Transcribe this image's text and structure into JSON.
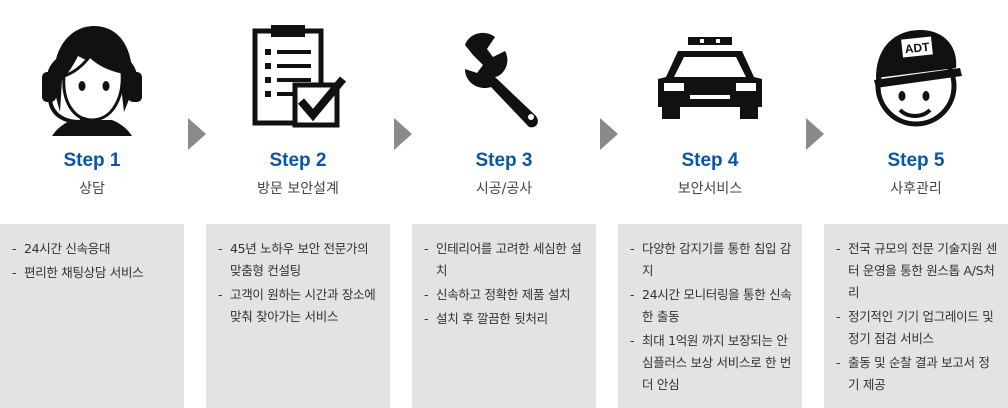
{
  "steps": [
    {
      "title": "Step 1",
      "subtitle": "상담",
      "icon": "headset-agent-icon",
      "items": [
        "24시간 신속응대",
        "편리한 채팅상담 서비스"
      ]
    },
    {
      "title": "Step 2",
      "subtitle": "방문 보안설계",
      "icon": "clipboard-check-icon",
      "items": [
        "45년 노하우 보안 전문가의 맞춤형 컨설팅",
        "고객이 원하는 시간과 장소에 맞춰 찾아가는 서비스"
      ]
    },
    {
      "title": "Step 3",
      "subtitle": "시공/공사",
      "icon": "wrench-icon",
      "items": [
        "인테리어를 고려한 세심한 설치",
        "신속하고 정확한 제품 설치",
        "설치 후 깔끔한 뒷처리"
      ]
    },
    {
      "title": "Step 4",
      "subtitle": "보안서비스",
      "icon": "patrol-car-icon",
      "items": [
        "다양한 감지기를 통한 침입 감지",
        "24시간 모니터링을 통한 신속한 출동",
        "최대 1억원 까지 보장되는 안심플러스 보상 서비스로 한 번 더 안심"
      ]
    },
    {
      "title": "Step 5",
      "subtitle": "사후관리",
      "icon": "technician-cap-icon",
      "cap_logo": "ADT",
      "items": [
        "전국 규모의 전문 기술지원 센터 운영을 통한 원스톱 A/S처리",
        "정기적인 기기 업그레이드 및 정기 점검 서비스",
        "출동 및 순찰 결과 보고서 정기 제공"
      ]
    }
  ],
  "colors": {
    "title": "#0a56a4",
    "box": "#e3e3e3",
    "arrow": "#8a8a8a"
  }
}
